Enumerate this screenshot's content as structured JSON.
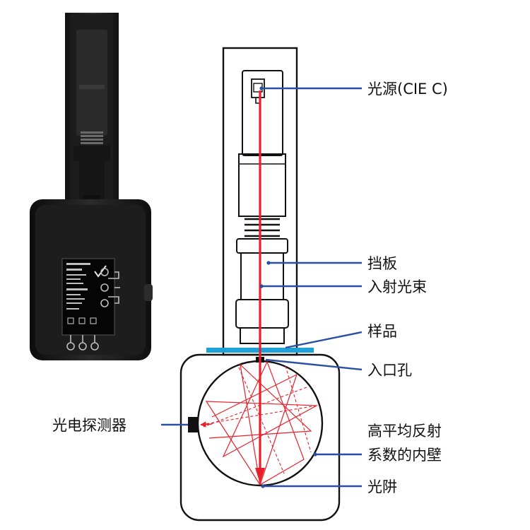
{
  "colors": {
    "beam": "#e8202a",
    "leader": "#2b4fa0",
    "sample": "#1ea0d8",
    "outline": "#111111",
    "device_body": "#1b1b1b"
  },
  "labels": {
    "light_source": "光源(CIE C)",
    "baffle": "挡板",
    "incident_beam": "入射光束",
    "sample": "样品",
    "entrance_port": "入口孔",
    "detector": "光电探测器",
    "wall_line1": "高平均反射",
    "wall_line2": "系数的内壁",
    "light_trap": "光阱"
  },
  "icons": {
    "device_photo": "spectrophotometer-device-icon",
    "check": "check-icon"
  }
}
